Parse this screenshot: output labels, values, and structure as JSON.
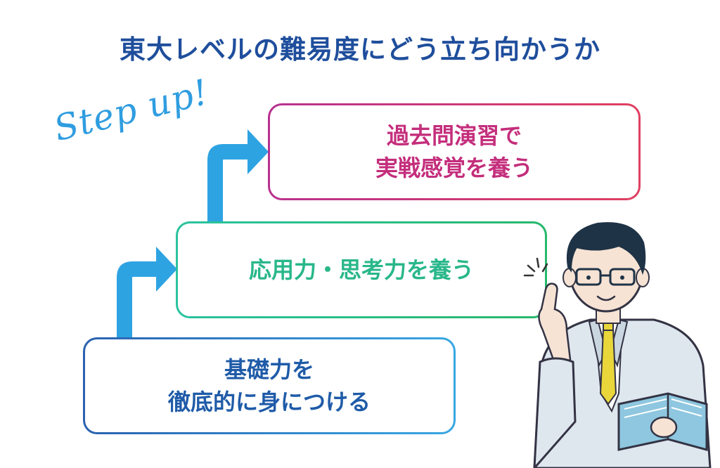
{
  "title": "東大レベルの難易度にどう立ち向かうか",
  "step_up_text": "Step up!",
  "steps": [
    {
      "line1": "基礎力を",
      "line2": "徹底的に身につける"
    },
    {
      "line1": "応用力・思考力を養う"
    },
    {
      "line1": "過去問演習で",
      "line2": "実戦感覚を養う"
    }
  ],
  "colors": {
    "title": "#1f4e9c",
    "arrow": "#2ea3e2",
    "step1": "#1f5ba8",
    "step2": "#29b78a",
    "step3": "#c42e7c"
  },
  "icons": [
    "step-arrow-1",
    "step-arrow-2",
    "teacher-illustration"
  ]
}
